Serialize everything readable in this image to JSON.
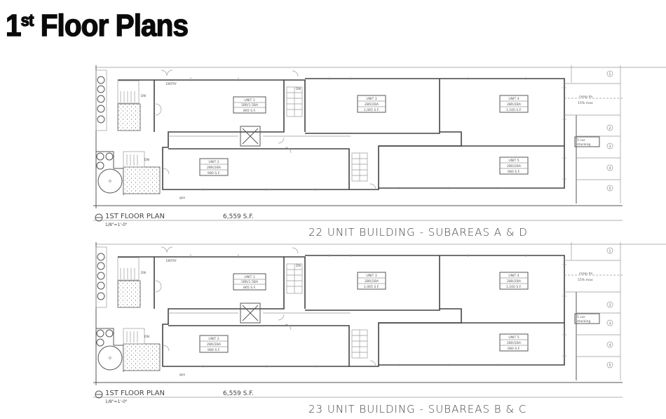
{
  "title": {
    "main": "1",
    "sup": "st",
    "rest": " Floor Plans"
  },
  "plans": [
    {
      "plan_label": "1ST FLOOR PLAN",
      "scale": "1/8\"=1'-0\"",
      "area": "6,559 S.F.",
      "caption": "22 UNIT BUILDING - SUBAREAS A & D",
      "units": [
        {
          "name": "UNIT 1",
          "type": "1BR/1.5BA",
          "area": "865 S.F."
        },
        {
          "name": "UNIT 2",
          "type": "2BR/2BA",
          "area": "980 S.F."
        },
        {
          "name": "UNIT 3",
          "type": "2BR/2BA",
          "area": "1,065 S.F."
        },
        {
          "name": "UNIT 4",
          "type": "2BR/2BA",
          "area": "1,160 S.F."
        },
        {
          "name": "UNIT 5",
          "type": "2BR/2BA",
          "area": "980 S.F."
        }
      ],
      "ramp": [
        "ramp dn",
        "15% max"
      ],
      "car_stacking": [
        "5 car",
        "stacking"
      ],
      "parking_spaces": [
        "1",
        "2",
        "3",
        "4",
        "5"
      ],
      "gas": "gas",
      "dn": "DN",
      "entry": "ENTRY"
    },
    {
      "plan_label": "1ST FLOOR PLAN",
      "scale": "1/8\"=1'-0\"",
      "area": "6,559 S.F.",
      "caption": "23 UNIT BUILDING - SUBAREAS B & C",
      "units": [
        {
          "name": "UNIT 1",
          "type": "1BR/1.5BA",
          "area": "865 S.F."
        },
        {
          "name": "UNIT 2",
          "type": "2BR/2BA",
          "area": "980 S.F."
        },
        {
          "name": "UNIT 3",
          "type": "2BR/2BA",
          "area": "1,065 S.F."
        },
        {
          "name": "UNIT 4",
          "type": "2BR/2BA",
          "area": "1,160 S.F."
        },
        {
          "name": "UNIT 5",
          "type": "2BR/2BA",
          "area": "980 S.F."
        }
      ],
      "ramp": [
        "ramp dn",
        "15% max"
      ],
      "car_stacking": [
        "5 car",
        "stacking"
      ],
      "parking_spaces": [
        "1",
        "2",
        "3",
        "4",
        "5"
      ],
      "gas": "gas",
      "dn": "DN",
      "entry": "ENTRY"
    }
  ]
}
